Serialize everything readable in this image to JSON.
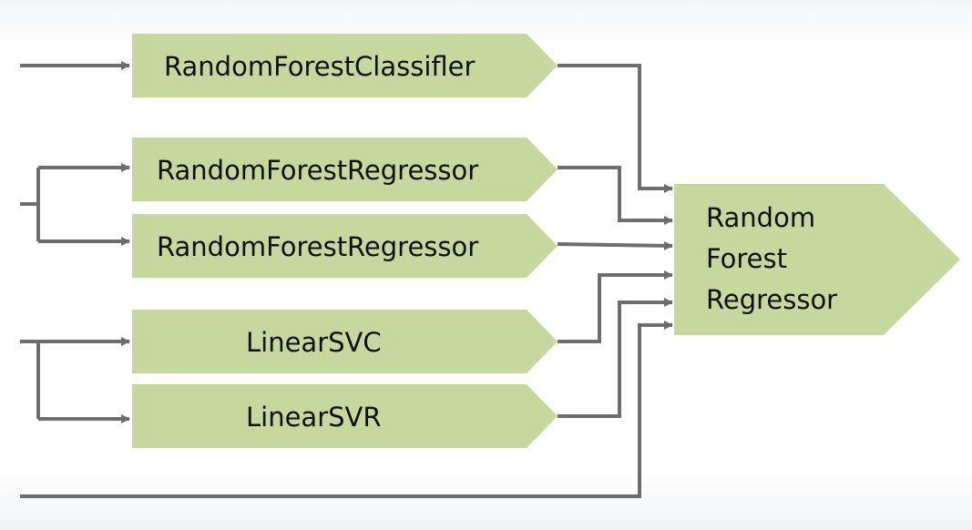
{
  "colors": {
    "box_fill": "#c6d89e",
    "connector": "#6d6d6d",
    "text": "#111111"
  },
  "nodes": [
    {
      "id": "rfc",
      "lines": [
        "RandomForestClassifler"
      ]
    },
    {
      "id": "rfr1",
      "lines": [
        "RandomForestRegressor"
      ]
    },
    {
      "id": "rfr2",
      "lines": [
        "RandomForestRegressor"
      ]
    },
    {
      "id": "lsvc",
      "lines": [
        "LinearSVC"
      ]
    },
    {
      "id": "lsvr",
      "lines": [
        "LinearSVR"
      ]
    },
    {
      "id": "final",
      "lines": [
        "Random",
        "Forest",
        "Regressor"
      ]
    }
  ]
}
